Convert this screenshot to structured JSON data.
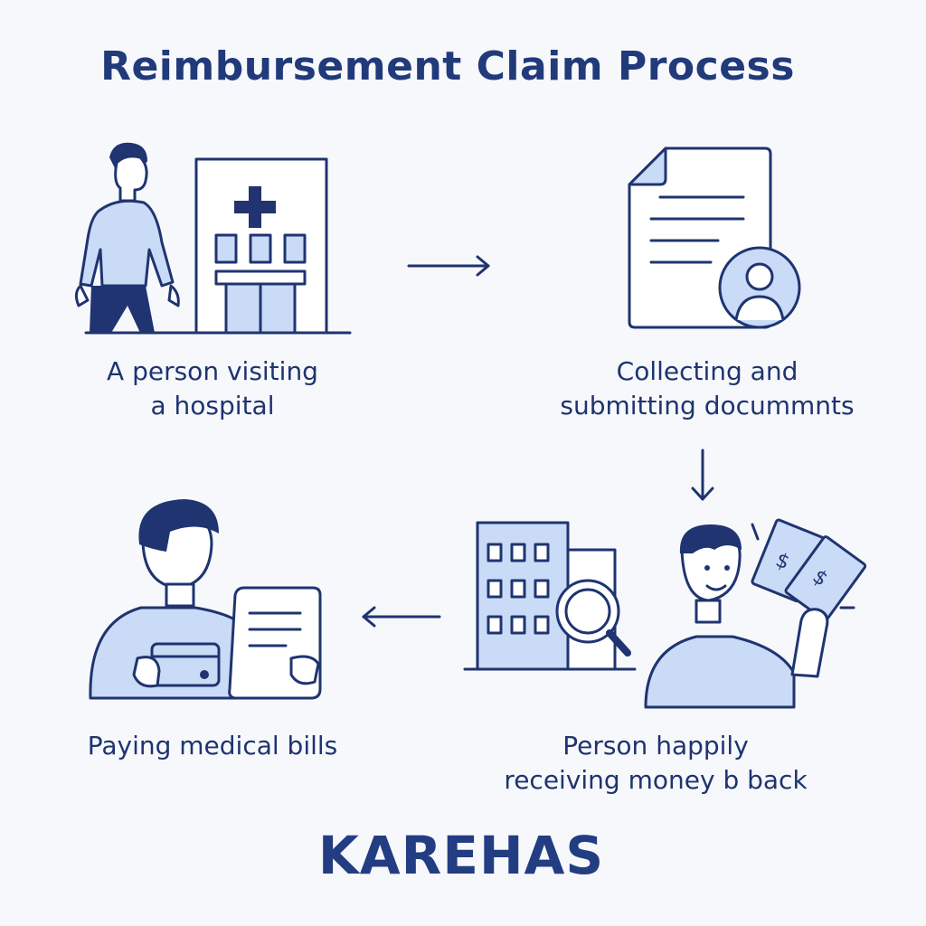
{
  "title": "Reimbursement Claim Process",
  "steps": [
    {
      "line1": "A person visiting",
      "line2": "a hospital"
    },
    {
      "line1": "Collecting and",
      "line2": "submitting docummnts"
    },
    {
      "line1": "Person happily",
      "line2": "receiving money b back"
    },
    {
      "line1": "Paying medical bills",
      "line2": ""
    }
  ],
  "brand": "KAREHAS",
  "colors": {
    "ink": "#1f3470",
    "fill": "#c9dbf6",
    "background": "#f7f8fb"
  },
  "icons": [
    "person-walking-icon",
    "hospital-icon",
    "document-icon",
    "user-badge-icon",
    "office-building-icon",
    "magnifier-icon",
    "happy-person-icon",
    "money-bills-icon",
    "person-paying-icon",
    "credit-card-icon",
    "bill-icon"
  ]
}
